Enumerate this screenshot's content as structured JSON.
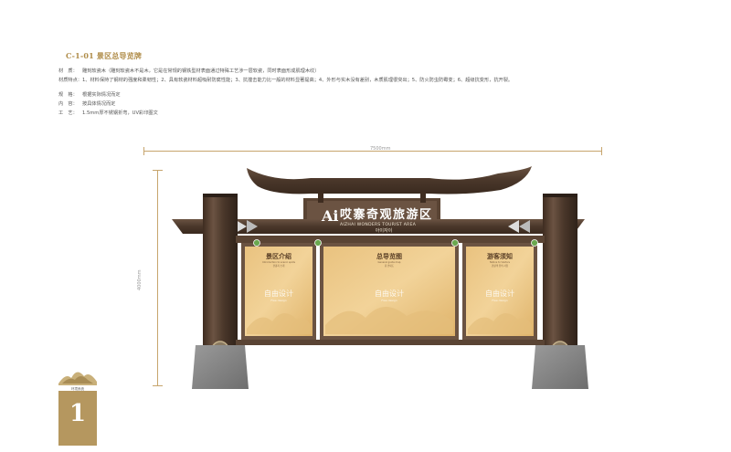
{
  "doc": {
    "title": "C-1-01  景区总导览牌",
    "specs": [
      {
        "key": "材　质：",
        "value": "雕刻软瓷木（雕刻软瓷木不是木，它是在常规的钢铁型材表面通过特殊工艺涉一层软瓷，同时表面形成肌理木纹）"
      },
      {
        "key": "材质特点：",
        "value": "1、材料保持了钢材的强度和柔韧性；2、具有软瓷材料超吸耐防腐性能；3、抗撞击能力比一般的材料显著提高；4、外形与实木没有差别，木质肌理很突出；5、防火防虫防霉变；6、超级抗变形，抗开裂。"
      },
      {
        "key": "规　格：",
        "value": "根据实际情况而定"
      },
      {
        "key": "内　容：",
        "value": "按具体情况而定"
      },
      {
        "key": "工　艺：",
        "value": "1.5mm厚不锈钢折弯，UV彩印图文"
      }
    ],
    "dimension_width": "7500mm",
    "dimension_height": "4000mm"
  },
  "sign": {
    "name_cn": "哎寨奇观旅游区",
    "name_en": "AIZHAI WONDERS TOURIST AREA",
    "name_kr": "아이자이",
    "panels": [
      {
        "title": "景区介绍",
        "sub": "Introduction to scenic spots",
        "sub2": "관광지 소개",
        "body": "自由设计",
        "body_sub": "Free design"
      },
      {
        "title": "总导览图",
        "sub": "General guide map",
        "sub2": "총 안내도",
        "body": "自由设计",
        "body_sub": "Free design"
      },
      {
        "title": "游客须知",
        "sub": "Notice to Visitors",
        "sub2": "관광객 유의 사항",
        "body": "自由设计",
        "body_sub": "Free design"
      }
    ]
  },
  "badge": {
    "caption": "环境系统",
    "caption_en": "Environmental system",
    "number": "1"
  },
  "colors": {
    "accent": "#b08d4a",
    "wood_dark": "#4e3a2c",
    "wood_light": "#e0b873",
    "stone": "#8a8a8a"
  }
}
